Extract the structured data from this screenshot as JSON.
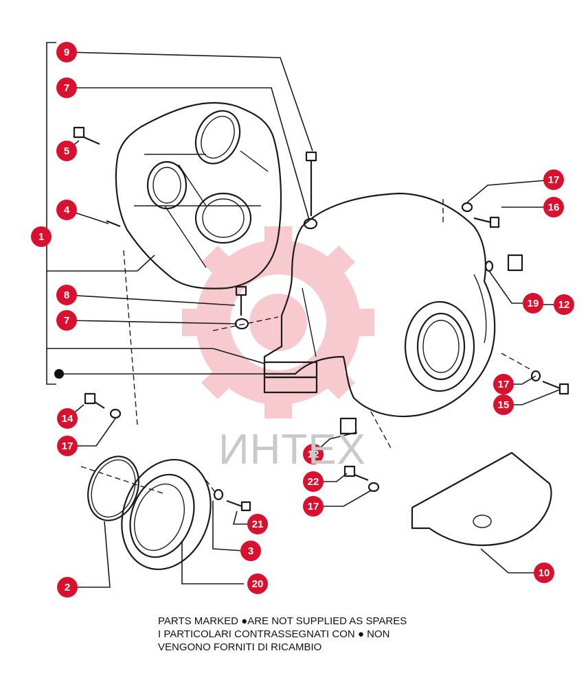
{
  "callouts": [
    {
      "id": "c9",
      "label": "9"
    },
    {
      "id": "c7a",
      "label": "7"
    },
    {
      "id": "c5",
      "label": "5"
    },
    {
      "id": "c4",
      "label": "4"
    },
    {
      "id": "c1",
      "label": "1"
    },
    {
      "id": "c8",
      "label": "8"
    },
    {
      "id": "c7b",
      "label": "7"
    },
    {
      "id": "c14",
      "label": "14"
    },
    {
      "id": "c17a",
      "label": "17"
    },
    {
      "id": "c2",
      "label": "2"
    },
    {
      "id": "c3",
      "label": "3"
    },
    {
      "id": "c21",
      "label": "21"
    },
    {
      "id": "c20",
      "label": "20"
    },
    {
      "id": "c17b",
      "label": "17"
    },
    {
      "id": "c16",
      "label": "16"
    },
    {
      "id": "c19",
      "label": "19"
    },
    {
      "id": "c12a",
      "label": "12"
    },
    {
      "id": "c17c",
      "label": "17"
    },
    {
      "id": "c15",
      "label": "15"
    },
    {
      "id": "c12b",
      "label": "12"
    },
    {
      "id": "c22",
      "label": "22"
    },
    {
      "id": "c17d",
      "label": "17"
    },
    {
      "id": "c10",
      "label": "10"
    }
  ],
  "watermark": {
    "text": "ИНТЕХ"
  },
  "footer": {
    "line1": "PARTS MARKED ●ARE NOT SUPPLIED AS SPARES",
    "line2": "I  PARTICOLARI  CONTRASSEGNATI  CON  ●  NON",
    "line3": "VENGONO FORNITI DI RICAMBIO"
  },
  "colors": {
    "callout": "#d8112e",
    "line": "#1a1a1a",
    "watermark": "#f4b9bf"
  }
}
